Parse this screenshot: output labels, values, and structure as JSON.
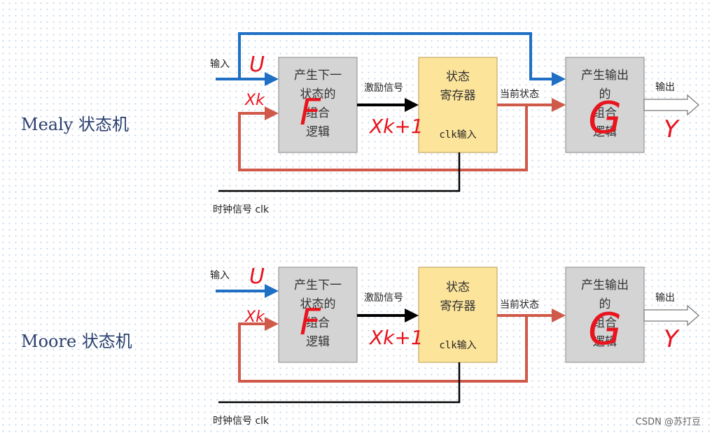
{
  "diagrams": [
    {
      "title": "Mealy 状态机",
      "input_label": "输入",
      "next_state_logic": [
        "产生下一",
        "状态的",
        "组合",
        "逻辑"
      ],
      "excitation_label": "激励信号",
      "state_register": [
        "状态",
        "寄存器"
      ],
      "clk_input": "clk输入",
      "current_state_label": "当前状态",
      "output_logic": [
        "产生输出",
        "的",
        "组合",
        "逻辑"
      ],
      "output_label": "输出",
      "clock_label": "时钟信号 clk",
      "handwritten": {
        "u": "U",
        "xk": "Xk",
        "xk1": "Xk+1",
        "f": "F",
        "g": "G",
        "y": "Y"
      }
    },
    {
      "title": "Moore 状态机",
      "input_label": "输入",
      "next_state_logic": [
        "产生下一",
        "状态的",
        "组合",
        "逻辑"
      ],
      "excitation_label": "激励信号",
      "state_register": [
        "状态",
        "寄存器"
      ],
      "clk_input": "clk输入",
      "current_state_label": "当前状态",
      "output_logic": [
        "产生输出",
        "的",
        "组合",
        "逻辑"
      ],
      "output_label": "输出",
      "clock_label": "时钟信号 clk",
      "handwritten": {
        "u": "U",
        "xk": "Xk",
        "xk1": "Xk+1",
        "f": "F",
        "g": "G",
        "y": "Y"
      }
    }
  ],
  "colors": {
    "gray_box": "#d4d4d4",
    "yellow_box": "#fde49b",
    "blue_arrow": "#1f6fc4",
    "red_arrow": "#cf5a4a",
    "annotation": "#e8141e"
  },
  "watermark": "CSDN @苏打豆"
}
